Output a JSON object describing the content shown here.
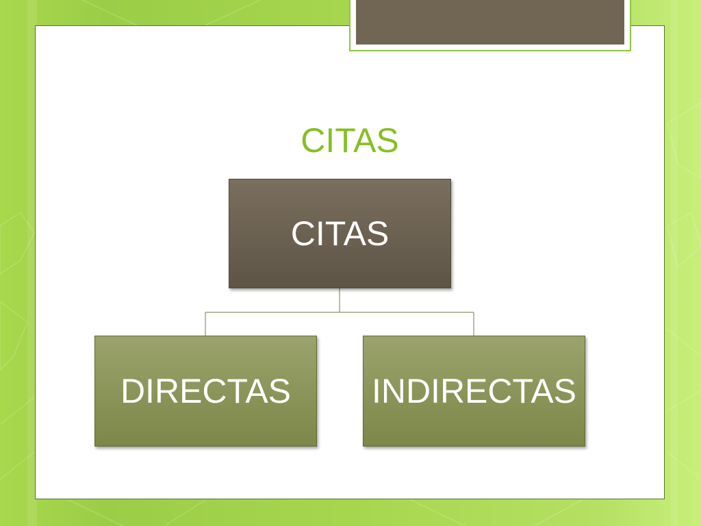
{
  "slide": {
    "title": "CITAS"
  },
  "diagram": {
    "root": {
      "label": "CITAS"
    },
    "children": [
      {
        "label": "DIRECTAS"
      },
      {
        "label": "INDIRECTAS"
      }
    ]
  },
  "colors": {
    "background": "#a6d64e",
    "title": "#86bf23",
    "title_tab": "#716654",
    "root_node": "#6b604f",
    "child_node": "#8c955a",
    "connector": "#8c955a"
  }
}
